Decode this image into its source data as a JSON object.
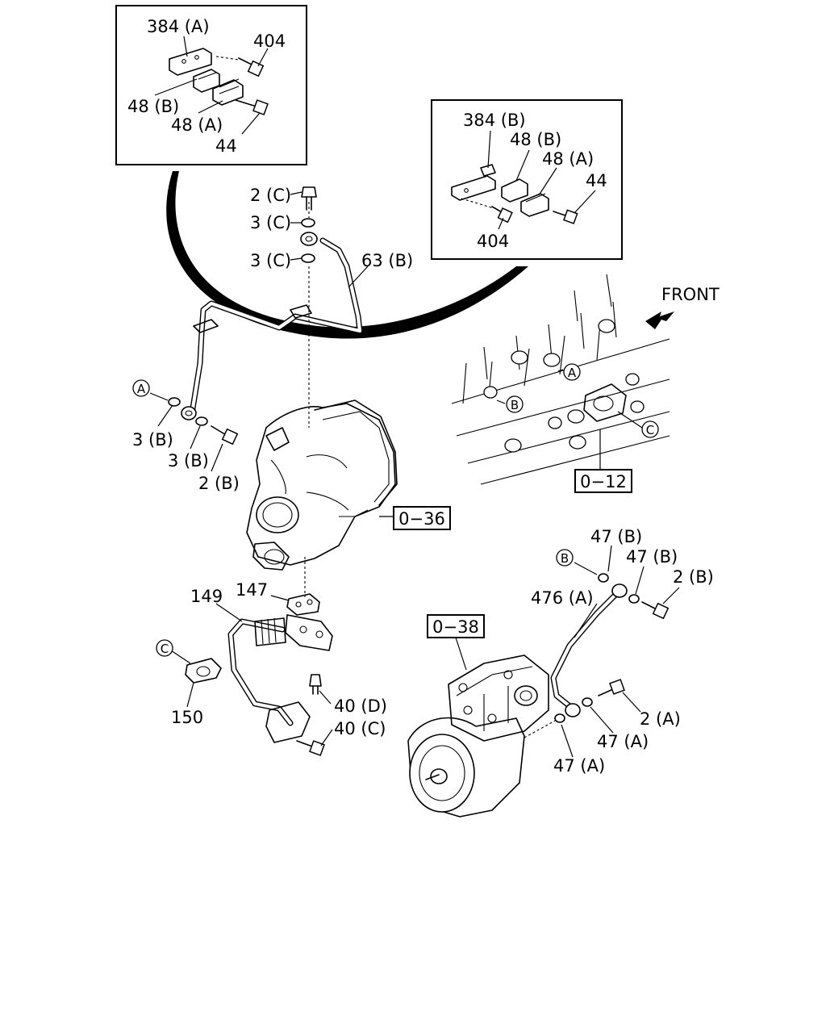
{
  "front_label": "FRONT",
  "inset_a": {
    "labels": [
      "384 (A)",
      "404",
      "48 (B)",
      "48 (A)",
      "44"
    ]
  },
  "inset_b": {
    "labels": [
      "384 (B)",
      "48 (B)",
      "48 (A)",
      "44",
      "404"
    ]
  },
  "refs": {
    "r036": "0−36",
    "r012": "0−12",
    "r038": "0−38"
  },
  "callouts": {
    "a": "A",
    "b": "B",
    "c": "C"
  },
  "labels": {
    "l2c": "2 (C)",
    "l3c1": "3 (C)",
    "l3c2": "3 (C)",
    "l63b": "63 (B)",
    "l3b1": "3 (B)",
    "l3b2": "3 (B)",
    "l2b": "2 (B)",
    "l147": "147",
    "l149": "149",
    "l150": "150",
    "l40d": "40 (D)",
    "l40c": "40 (C)",
    "l47b1": "47 (B)",
    "l47b2": "47 (B)",
    "l2b_r": "2 (B)",
    "l476a": "476 (A)",
    "l2a": "2 (A)",
    "l47a1": "47 (A)",
    "l47a2": "47 (A)"
  }
}
